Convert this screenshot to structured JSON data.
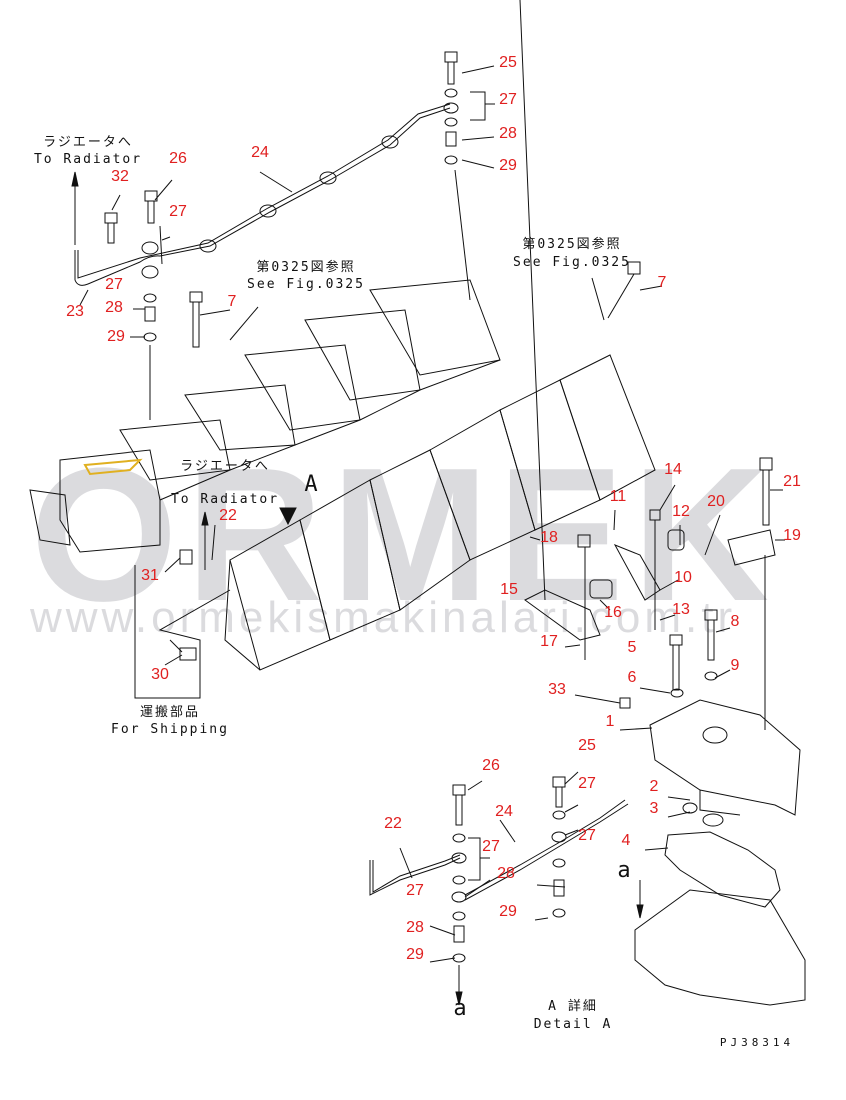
{
  "diagram_code": "PJ38314",
  "notes": {
    "to_radiator_jp_1": "ラジエータへ",
    "to_radiator_en_1": "To Radiator",
    "see_fig_jp_1": "第0325図参照",
    "see_fig_en_1": "See Fig.0325",
    "see_fig_jp_2": "第0325図参照",
    "see_fig_en_2": "See Fig.0325",
    "to_radiator_jp_2": "ラジエータへ",
    "to_radiator_en_2": "To Radiator",
    "view_a": "A",
    "shipping_jp": "運搬部品",
    "shipping_en": "For Shipping",
    "arrow_a_1": "a",
    "arrow_a_2": "a",
    "detail_a_jp": "A 詳細",
    "detail_a_en": "Detail A"
  },
  "watermark": {
    "logo": "ORMEK",
    "url": "www.ormekismakinalari.com.tr"
  },
  "callouts": [
    "25",
    "27",
    "28",
    "29",
    "26",
    "32",
    "27",
    "24",
    "27",
    "23",
    "28",
    "29",
    "7",
    "7",
    "14",
    "21",
    "20",
    "11",
    "12",
    "19",
    "18",
    "10",
    "15",
    "16",
    "13",
    "22",
    "31",
    "8",
    "17",
    "5",
    "9",
    "6",
    "33",
    "1",
    "30",
    "25",
    "26",
    "27",
    "22",
    "24",
    "27",
    "27",
    "4",
    "2",
    "3",
    "28",
    "27",
    "29",
    "28",
    "29"
  ],
  "colors": {
    "callout": "#e02020",
    "line": "#111111",
    "watermark": "#9a9aa2"
  }
}
